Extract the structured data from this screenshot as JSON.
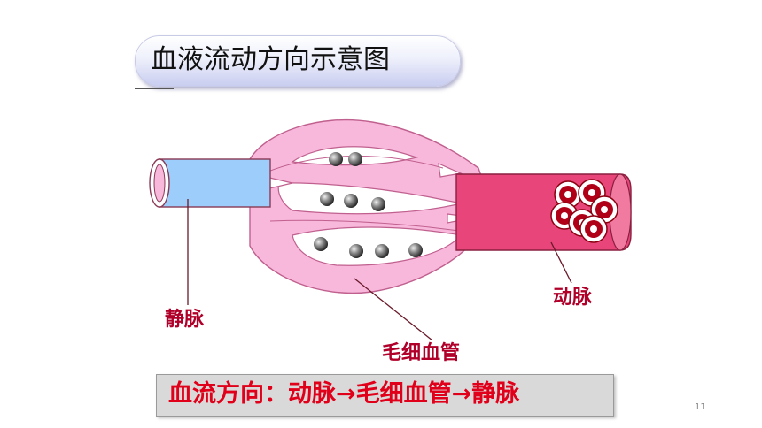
{
  "title": "血液流动方向示意图",
  "labels": {
    "vein": "静脉",
    "artery": "动脉",
    "capillary": "毛细血管"
  },
  "flow_caption": "血流方向：动脉→毛细血管→静脉",
  "page_number": "11",
  "colors": {
    "vein_fill": "#9ccdfb",
    "artery_fill": "#e8457a",
    "capillary_fill": "#f8b8dc",
    "label_red": "#b0002a",
    "caption_red": "#e1001a"
  }
}
